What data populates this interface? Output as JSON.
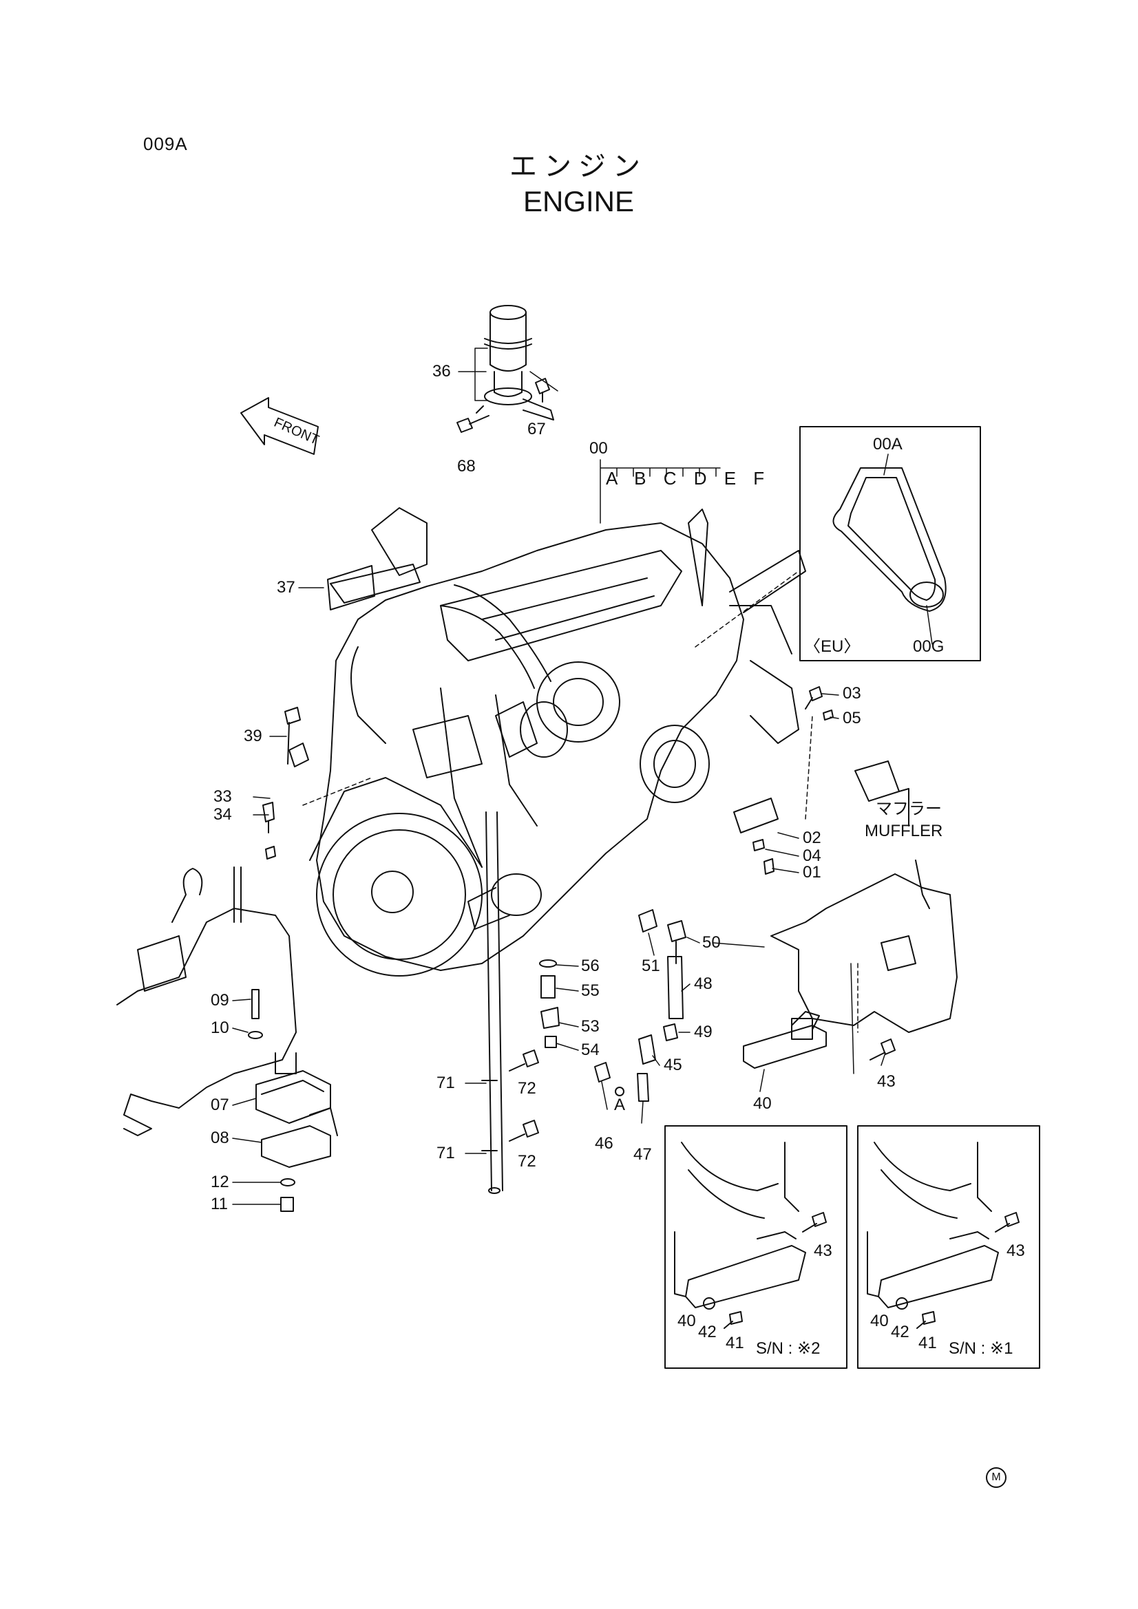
{
  "header": {
    "page_code": "009A",
    "title_jp": "エンジン",
    "title_en": "ENGINE"
  },
  "labels": {
    "front": "FRONT",
    "muffler_jp": "マフラー",
    "muffler_en": "MUFFLER",
    "eu": "〈EU〉",
    "variant_letters": "A B C D E F",
    "view_a": "A",
    "sn2": "S/N : ※2",
    "sn1": "S/N : ※1",
    "mark": "M"
  },
  "callouts": [
    "36",
    "67",
    "68",
    "00",
    "00A",
    "00G",
    "37",
    "03",
    "05",
    "39",
    "33",
    "34",
    "02",
    "04",
    "01",
    "50",
    "51",
    "48",
    "49",
    "45",
    "46",
    "47",
    "56",
    "55",
    "53",
    "54",
    "72",
    "72",
    "71",
    "71",
    "09",
    "10",
    "07",
    "08",
    "12",
    "11",
    "40",
    "43",
    "43",
    "40",
    "42",
    "41",
    "43",
    "40",
    "42",
    "41"
  ],
  "colors": {
    "line": "#111111",
    "background": "#ffffff"
  }
}
